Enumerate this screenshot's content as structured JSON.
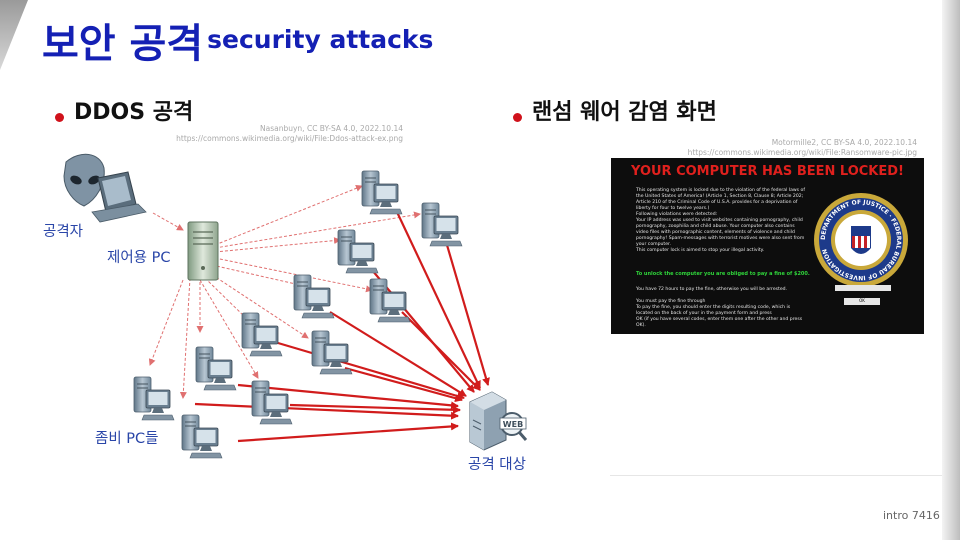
{
  "slide": {
    "title": "보안 공격",
    "title_sub": "security attacks",
    "footer": "intro  7416"
  },
  "left": {
    "bullet": "DDOS 공격",
    "credit_line1": "Nasanbuyn, CC BY-SA 4.0, 2022.10.14",
    "credit_line2": "https://commons.wikimedia.org/wiki/File:Ddos-attack-ex.png",
    "labels": {
      "attacker": "공격자",
      "controller": "제어용 PC",
      "zombies": "좀비 PC들",
      "target": "공격 대상",
      "web": "WEB"
    }
  },
  "right": {
    "bullet": "랜섬 웨어 감염 화면",
    "credit_line1": "Motormille2, CC BY-SA 4.0, 2022.10.14",
    "credit_line2": "https://commons.wikimedia.org/wiki/File:Ransomware-pic.jpg",
    "ransom": {
      "headline": "YOUR COMPUTER HAS BEEN LOCKED!",
      "p1": [
        "This operating system is locked due to the violation of the federal laws of",
        "the United States of America! (Article 1, Section 8, Clause 8; Article 202;",
        "Article 210 of the Criminal Code of U.S.A. provides for a deprivation of",
        "liberty for four to twelve years.)",
        "Following violations were detected:",
        "Your IP address was used to visit websites containing pornography, child",
        "pornography, zoophilia and child abuse. Your computer also contains",
        "video files with pornographic content, elements of violence and child",
        "pornography! Spam-messages with terrorist motives were also sent from",
        "your computer.",
        "This computer lock is aimed to stop your illegal activity."
      ],
      "unlock": "To unlock the computer you are obliged to pay a fine of $200.",
      "hours": "You have 72 hours to pay the fine, otherwise you will be arrested.",
      "p2": [
        "You must pay the fine through",
        "To pay the fine, you should enter the  digits resulting code, which is",
        "located on the back of your                in the payment form and press",
        "OK (if you have several codes, enter them one after the other and press",
        "OK)."
      ],
      "ok": "OK",
      "seal_text": "DEPARTMENT OF JUSTICE · FEDERAL BUREAU OF INVESTIGATION"
    }
  }
}
